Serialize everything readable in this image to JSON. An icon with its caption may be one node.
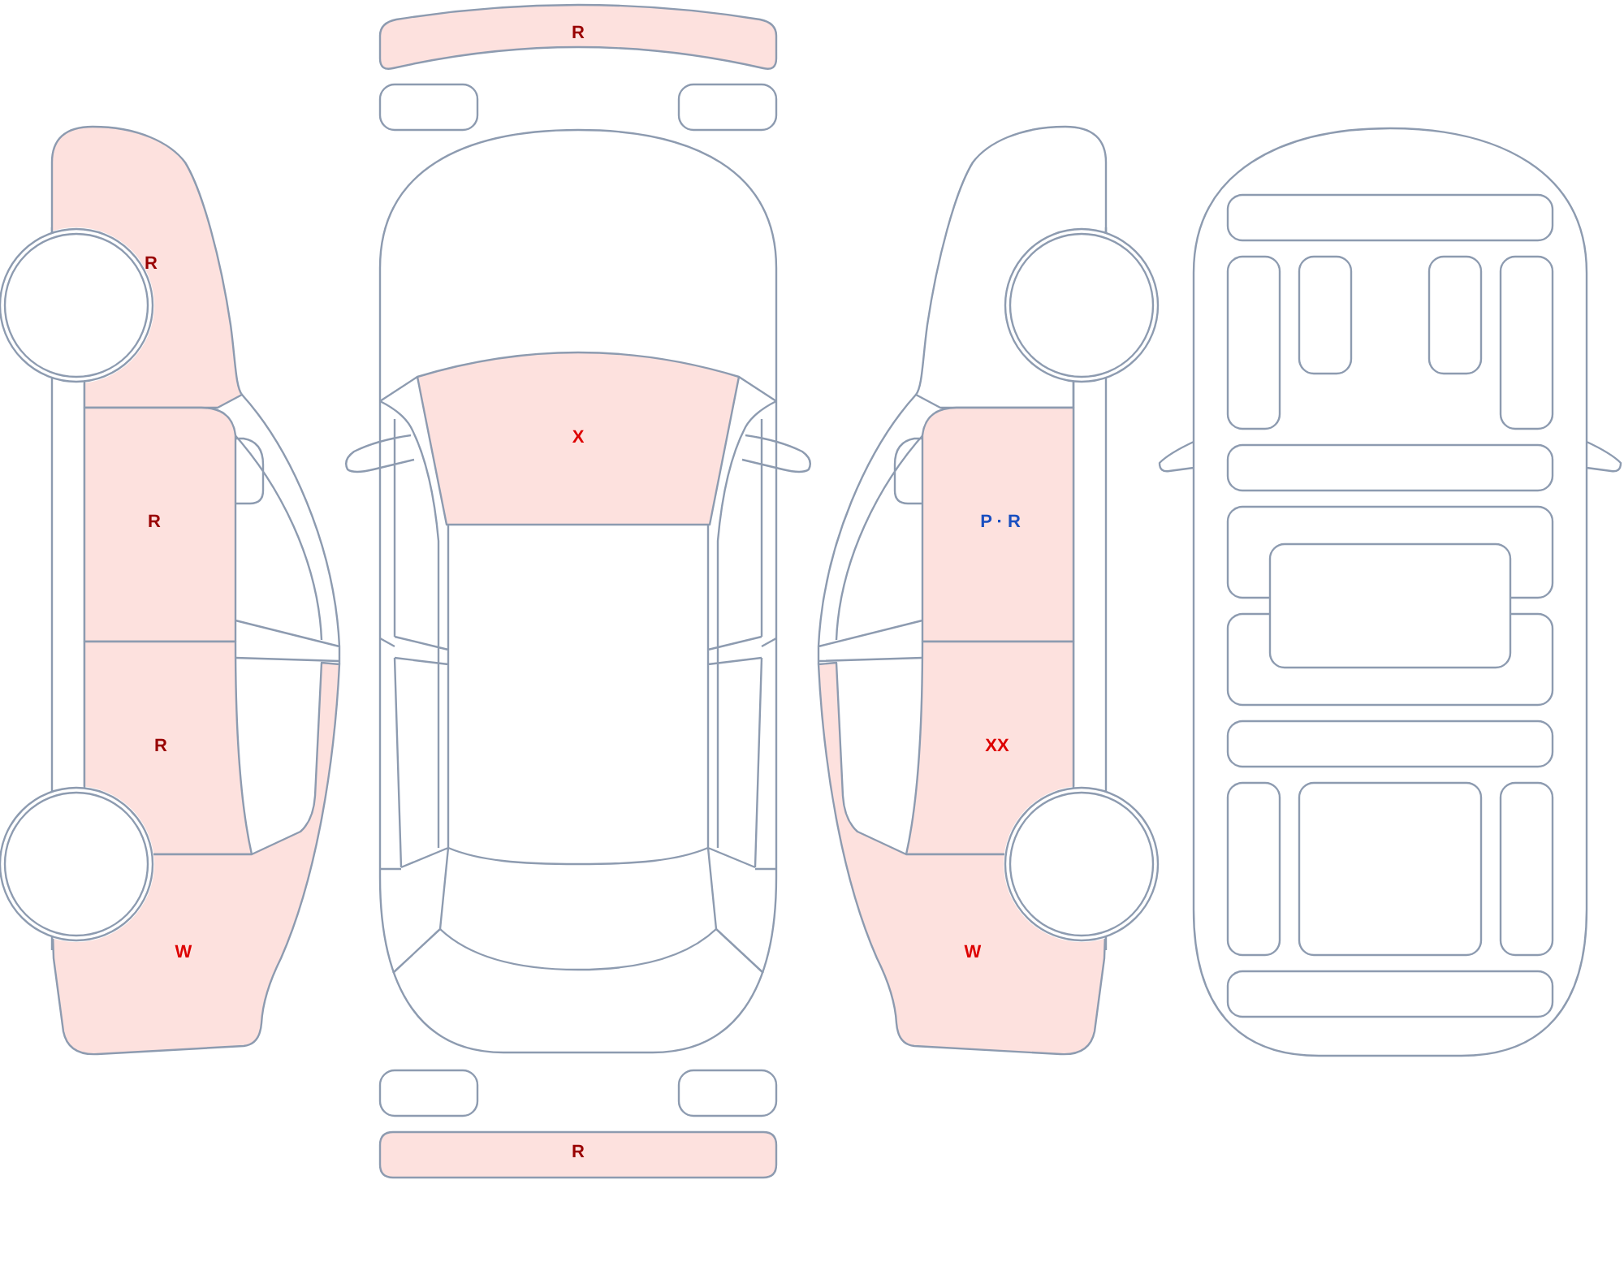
{
  "diagram": {
    "nodes": [
      {
        "text": [
          "R"
        ]
      },
      {
        "text": [
          "R"
        ]
      },
      {
        "text": [
          "R"
        ]
      },
      {
        "text": [
          "W"
        ]
      },
      {
        "text": [
          "R"
        ]
      },
      {
        "text": [
          "X"
        ]
      },
      {
        "text": [
          "R"
        ]
      },
      {
        "text": [
          "P · R"
        ]
      },
      {
        "text": [
          "XX"
        ]
      },
      {
        "text": [
          "W"
        ]
      }
    ]
  }
}
